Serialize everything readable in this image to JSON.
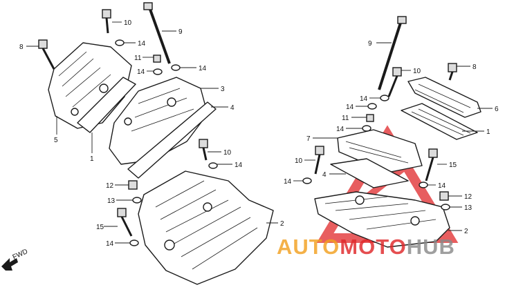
{
  "callouts": {
    "left": [
      "10",
      "9",
      "8",
      "14",
      "11",
      "14",
      "14",
      "3",
      "4",
      "5",
      "1",
      "10",
      "14",
      "12",
      "13",
      "15",
      "14",
      "2"
    ],
    "right": [
      "9",
      "10",
      "8",
      "6",
      "14",
      "14",
      "11",
      "14",
      "1",
      "7",
      "10",
      "15",
      "4",
      "14",
      "14",
      "12",
      "13",
      "2"
    ]
  },
  "fwd_label": "FWD",
  "watermark": {
    "part1": "AUTO",
    "part2": "MOTO",
    "part3": "HUB"
  },
  "colors": {
    "line": "#1a1a1a",
    "watermark_orange": "#f2a020",
    "watermark_red": "#e0282a",
    "watermark_gray": "#8a8a8a"
  }
}
